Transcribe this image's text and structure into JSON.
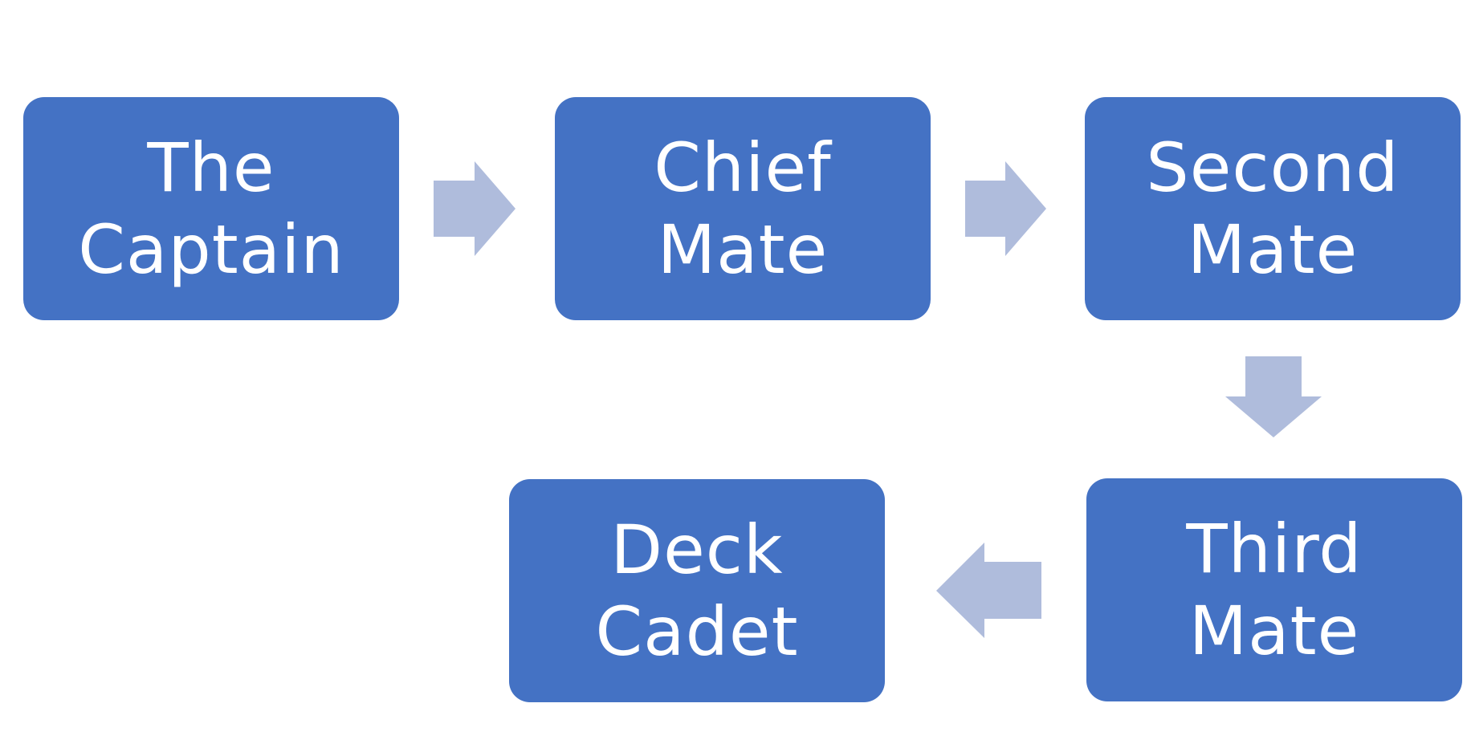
{
  "diagram": {
    "colors": {
      "node_fill": "#4472c4",
      "node_text": "#ffffff",
      "arrow_fill": "#afbcdc",
      "background": "#ffffff"
    },
    "nodes": [
      {
        "id": "captain",
        "label": "The\nCaptain"
      },
      {
        "id": "chief-mate",
        "label": "Chief\nMate"
      },
      {
        "id": "second-mate",
        "label": "Second\nMate"
      },
      {
        "id": "third-mate",
        "label": "Third\nMate"
      },
      {
        "id": "deck-cadet",
        "label": "Deck\nCadet"
      }
    ],
    "edges": [
      {
        "from": "captain",
        "to": "chief-mate"
      },
      {
        "from": "chief-mate",
        "to": "second-mate"
      },
      {
        "from": "second-mate",
        "to": "third-mate"
      },
      {
        "from": "third-mate",
        "to": "deck-cadet"
      }
    ]
  }
}
